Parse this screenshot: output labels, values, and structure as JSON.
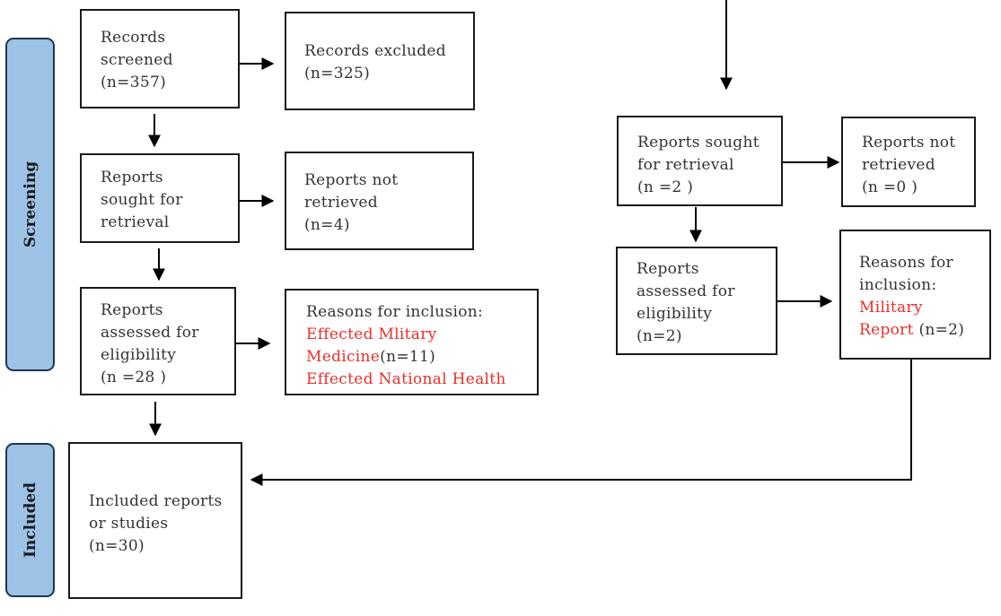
{
  "stages": {
    "screening": "Screening",
    "included": "Included"
  },
  "left": {
    "records_screened": [
      "Records",
      "screened",
      "(n=357)"
    ],
    "records_excluded": [
      "Records excluded",
      "(n=325)"
    ],
    "reports_sought": [
      "Reports",
      "sought for",
      "retrieval"
    ],
    "reports_not_retrieved": [
      "Reports not",
      "retrieved",
      "(n=4)"
    ],
    "reports_assessed": [
      "Reports",
      "assessed for",
      "eligibility",
      "(n =28 )"
    ],
    "reasons": {
      "heading": "Reasons for inclusion:",
      "item1": "Effected Mlitary",
      "item2_red": "Medicine",
      "item2_count": "(n=11)",
      "item3": "Effected National Health"
    }
  },
  "right": {
    "reports_sought": [
      "Reports sought",
      "for retrieval",
      "(n =2 )"
    ],
    "reports_not_retrieved": [
      "Reports not",
      "retrieved",
      "(n =0 )"
    ],
    "reports_assessed": [
      "Reports",
      "assessed for",
      "eligibility",
      "(n=2)"
    ],
    "reasons": {
      "heading1": "Reasons for",
      "heading2": "inclusion:",
      "item1": "Military",
      "item2_red": "Report",
      "item2_count": " (n=2)"
    }
  },
  "included": [
    "Included reports",
    "or studies",
    "(n=30)"
  ],
  "colors": {
    "stage_fill": "#9cc2e6",
    "stage_border": "#1f3550",
    "highlight_text": "#e8302a",
    "box_border": "#1a1a1a"
  }
}
